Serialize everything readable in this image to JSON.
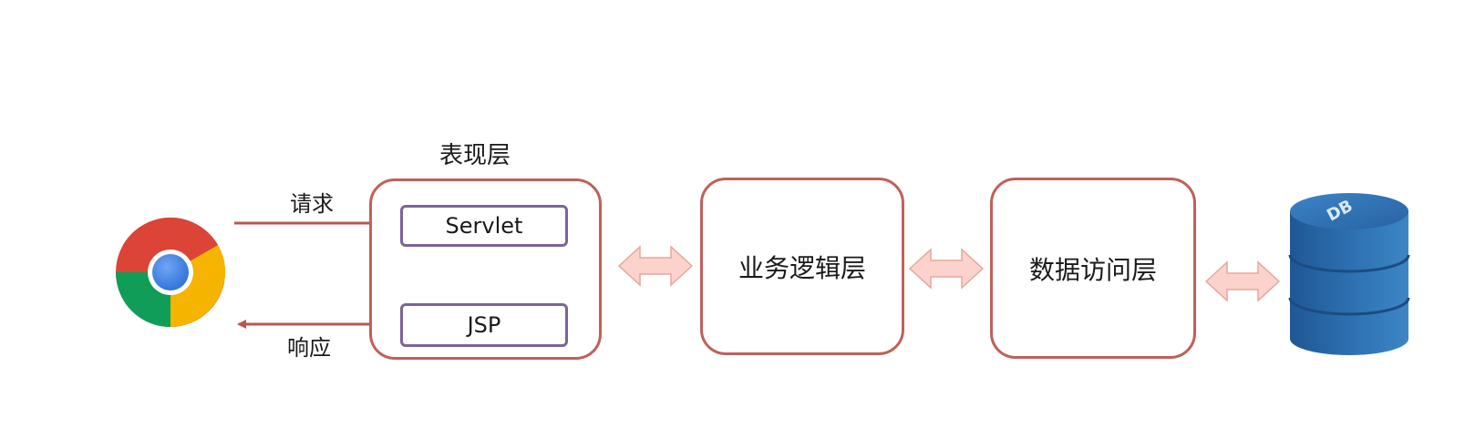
{
  "presentation_layer": {
    "title": "表现层",
    "servlet_label": "Servlet",
    "jsp_label": "JSP"
  },
  "request_label": "请求",
  "response_label": "响应",
  "business_layer_label": "业务逻辑层",
  "data_access_layer_label": "数据访问层",
  "database_label": "DB",
  "icons": {
    "browser": "chrome-icon",
    "database": "database-icon",
    "cursor": "mouse-cursor-icon"
  },
  "colors": {
    "box_border": "#c0605a",
    "inner_box_border": "#7b6499",
    "arrow_fill": "#fbd3cc",
    "arrow_stroke": "#e6a79c",
    "flow_arrow": "#b8574f",
    "db_blue": "#2e6fad"
  }
}
